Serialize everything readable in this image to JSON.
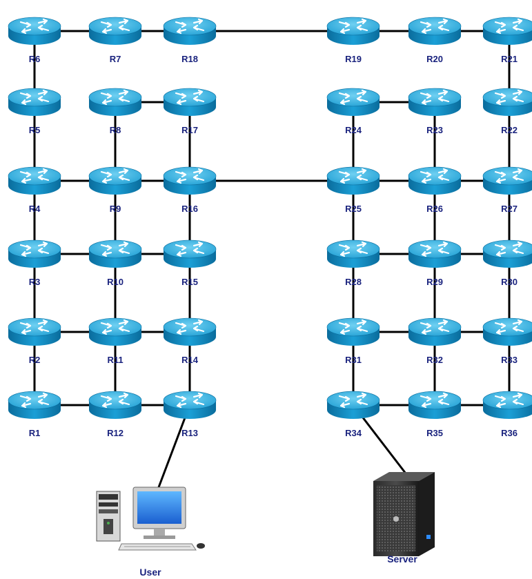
{
  "colors": {
    "router_body": "#1b9fd6",
    "router_top": "#4cc0ea",
    "router_dark": "#0a6c9c",
    "label": "#1a237e",
    "link": "#000000"
  },
  "routers": [
    {
      "id": "R1",
      "label": "R1"
    },
    {
      "id": "R2",
      "label": "R2"
    },
    {
      "id": "R3",
      "label": "R3"
    },
    {
      "id": "R4",
      "label": "R4"
    },
    {
      "id": "R5",
      "label": "R5"
    },
    {
      "id": "R6",
      "label": "R6"
    },
    {
      "id": "R7",
      "label": "R7"
    },
    {
      "id": "R8",
      "label": "R8"
    },
    {
      "id": "R9",
      "label": "R9"
    },
    {
      "id": "R10",
      "label": "R10"
    },
    {
      "id": "R11",
      "label": "R11"
    },
    {
      "id": "R12",
      "label": "R12"
    },
    {
      "id": "R13",
      "label": "R13"
    },
    {
      "id": "R14",
      "label": "R14"
    },
    {
      "id": "R15",
      "label": "R15"
    },
    {
      "id": "R16",
      "label": "R16"
    },
    {
      "id": "R17",
      "label": "R17"
    },
    {
      "id": "R18",
      "label": "R18"
    },
    {
      "id": "R19",
      "label": "R19"
    },
    {
      "id": "R20",
      "label": "R20"
    },
    {
      "id": "R21",
      "label": "R21"
    },
    {
      "id": "R22",
      "label": "R22"
    },
    {
      "id": "R23",
      "label": "R23"
    },
    {
      "id": "R24",
      "label": "R24"
    },
    {
      "id": "R25",
      "label": "R25"
    },
    {
      "id": "R26",
      "label": "R26"
    },
    {
      "id": "R27",
      "label": "R27"
    },
    {
      "id": "R28",
      "label": "R28"
    },
    {
      "id": "R29",
      "label": "R29"
    },
    {
      "id": "R30",
      "label": "R30"
    },
    {
      "id": "R31",
      "label": "R31"
    },
    {
      "id": "R32",
      "label": "R32"
    },
    {
      "id": "R33",
      "label": "R33"
    },
    {
      "id": "R34",
      "label": "R34"
    },
    {
      "id": "R35",
      "label": "R35"
    },
    {
      "id": "R36",
      "label": "R36"
    }
  ],
  "links": [
    [
      "R6",
      "R7"
    ],
    [
      "R7",
      "R18"
    ],
    [
      "R18",
      "R19"
    ],
    [
      "R19",
      "R20"
    ],
    [
      "R20",
      "R21"
    ],
    [
      "R6",
      "R5"
    ],
    [
      "R5",
      "R4"
    ],
    [
      "R4",
      "R3"
    ],
    [
      "R3",
      "R2"
    ],
    [
      "R2",
      "R1"
    ],
    [
      "R8",
      "R17"
    ],
    [
      "R8",
      "R9"
    ],
    [
      "R9",
      "R10"
    ],
    [
      "R10",
      "R11"
    ],
    [
      "R11",
      "R12"
    ],
    [
      "R17",
      "R16"
    ],
    [
      "R16",
      "R15"
    ],
    [
      "R15",
      "R14"
    ],
    [
      "R14",
      "R13"
    ],
    [
      "R4",
      "R9"
    ],
    [
      "R9",
      "R16"
    ],
    [
      "R16",
      "R25"
    ],
    [
      "R3",
      "R10"
    ],
    [
      "R10",
      "R15"
    ],
    [
      "R2",
      "R11"
    ],
    [
      "R11",
      "R14"
    ],
    [
      "R1",
      "R12"
    ],
    [
      "R12",
      "R13"
    ],
    [
      "R24",
      "R23"
    ],
    [
      "R21",
      "R22"
    ],
    [
      "R22",
      "R27"
    ],
    [
      "R27",
      "R30"
    ],
    [
      "R30",
      "R33"
    ],
    [
      "R33",
      "R36"
    ],
    [
      "R24",
      "R25"
    ],
    [
      "R25",
      "R28"
    ],
    [
      "R28",
      "R31"
    ],
    [
      "R31",
      "R34"
    ],
    [
      "R23",
      "R26"
    ],
    [
      "R26",
      "R29"
    ],
    [
      "R29",
      "R32"
    ],
    [
      "R32",
      "R35"
    ],
    [
      "R25",
      "R26"
    ],
    [
      "R26",
      "R27"
    ],
    [
      "R28",
      "R29"
    ],
    [
      "R29",
      "R30"
    ],
    [
      "R31",
      "R32"
    ],
    [
      "R32",
      "R33"
    ],
    [
      "R34",
      "R35"
    ],
    [
      "R35",
      "R36"
    ],
    [
      "R13",
      "User"
    ],
    [
      "R34",
      "Server"
    ]
  ],
  "devices": {
    "user": {
      "label": "User",
      "icon": "desktop-computer-icon"
    },
    "server": {
      "label": "Server",
      "icon": "tower-server-icon"
    }
  }
}
